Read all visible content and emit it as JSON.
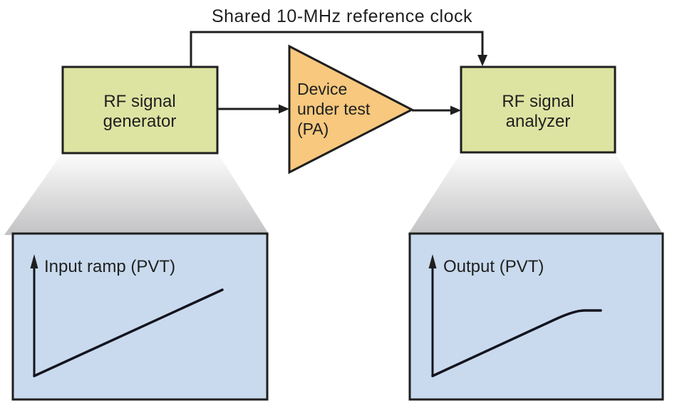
{
  "title": "Shared 10-MHz reference clock",
  "blocks": {
    "generator": {
      "line1": "RF signal",
      "line2": "generator"
    },
    "dut": {
      "line1": "Device",
      "line2": "under test",
      "line3": "(PA)"
    },
    "analyzer": {
      "line1": "RF signal",
      "line2": "analyzer"
    }
  },
  "graphs": {
    "input": {
      "label": "Input ramp (PVT)",
      "curve_shape": "straight rising ramp"
    },
    "output": {
      "label": "Output (PVT)",
      "curve_shape": "rising ramp that compresses and flattens at top"
    }
  },
  "colors": {
    "instrument_fill": "#dde4a2",
    "dut_fill": "#f7c87e",
    "graph_fill": "#c9daee",
    "line": "#1f1f1f",
    "beam_top": "#fdfdfd",
    "beam_bottom": "#c2c2c4"
  }
}
